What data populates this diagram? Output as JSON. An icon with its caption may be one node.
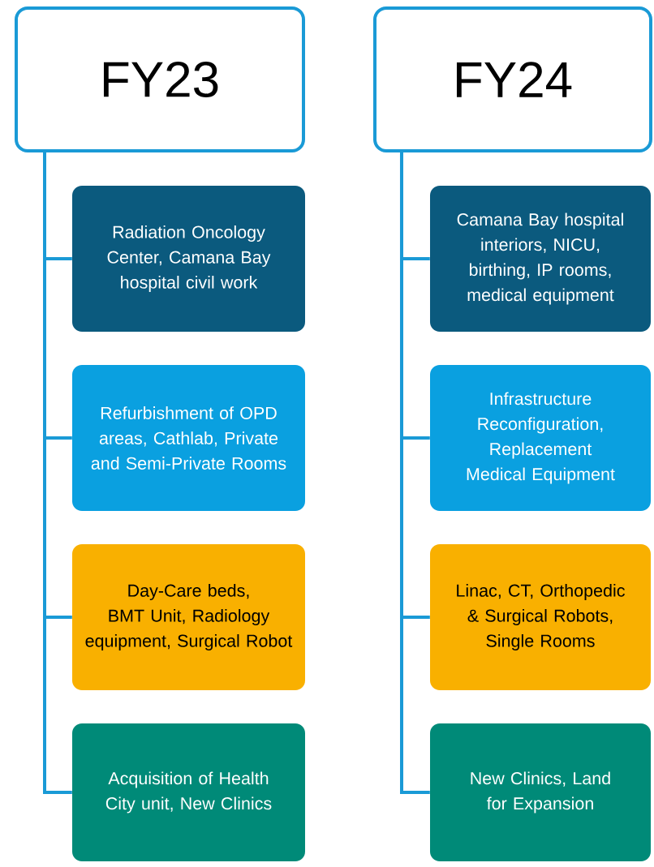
{
  "diagram": {
    "nodes": [
      {
        "text": [
          "FY23"
        ]
      },
      {
        "text": [
          "Radiation Oncology Center, Camana Bay hospital civil work"
        ]
      },
      {
        "text": [
          "Refurbishment of OPD areas, Cathlab, Private and Semi-Private Rooms"
        ]
      },
      {
        "text": [
          "Day-Care beds, BMT Unit, Radiology equipment, Surgical Robot"
        ]
      },
      {
        "text": [
          "Acquisition of Health City unit, New Clinics"
        ]
      },
      {
        "text": [
          "FY24"
        ]
      },
      {
        "text": [
          "Camana Bay hospital interiors, NICU, birthing, IP rooms, medical equipment"
        ]
      },
      {
        "text": [
          "Infrastructure Reconfiguration, Replacement Medical Equipment"
        ]
      },
      {
        "text": [
          "Linac, CT, Orthopedic & Surgical Robots, Single Rooms"
        ]
      },
      {
        "text": [
          "New Clinics, Land for Expansion"
        ]
      }
    ],
    "edges": [
      {
        "from": 0,
        "to": 1,
        "arrow": "none"
      },
      {
        "from": 0,
        "to": 2,
        "arrow": "none"
      },
      {
        "from": 0,
        "to": 3,
        "arrow": "none"
      },
      {
        "from": 0,
        "to": 4,
        "arrow": "none"
      },
      {
        "from": 5,
        "to": 6,
        "arrow": "none"
      },
      {
        "from": 5,
        "to": 7,
        "arrow": "none"
      },
      {
        "from": 5,
        "to": 8,
        "arrow": "none"
      },
      {
        "from": 5,
        "to": 9,
        "arrow": "none"
      }
    ]
  }
}
